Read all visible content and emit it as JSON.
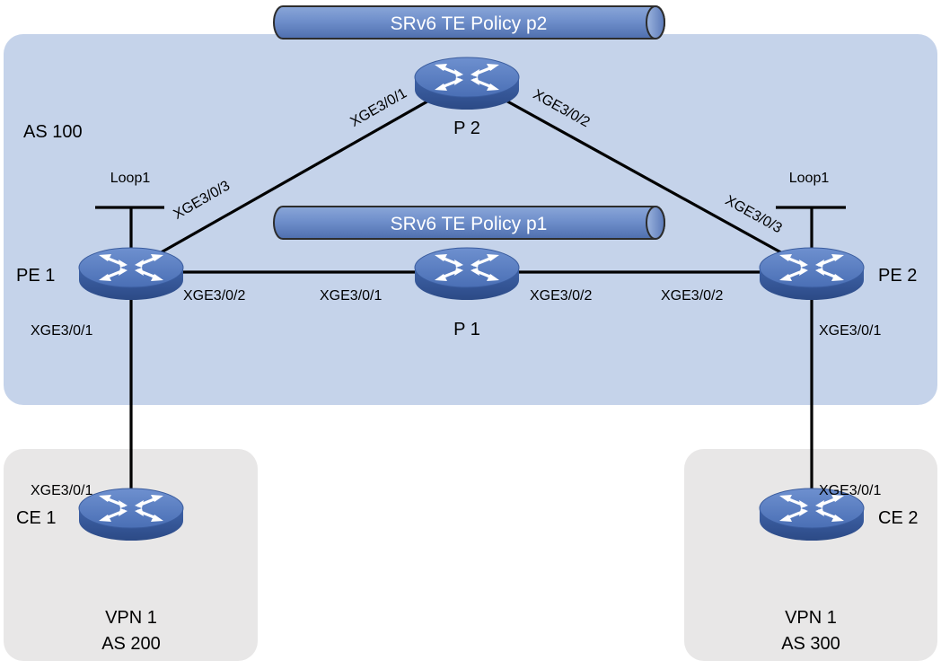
{
  "domain_areas": {
    "core": {
      "label": "AS 100",
      "fill": "#c5d3ea"
    },
    "site_left": {
      "vpn": "VPN 1",
      "as": "AS 200",
      "fill": "#e8e7e7"
    },
    "site_right": {
      "vpn": "VPN 1",
      "as": "AS 300",
      "fill": "#e8e7e7"
    }
  },
  "tunnels": {
    "p2": {
      "label": "SRv6 TE Policy p2"
    },
    "p1": {
      "label": "SRv6 TE Policy p1"
    },
    "color": "#6f8fcb"
  },
  "devices": {
    "pe1": {
      "name": "PE 1",
      "loopback": "Loop1",
      "icon": "router-icon"
    },
    "pe2": {
      "name": "PE 2",
      "loopback": "Loop1",
      "icon": "router-icon"
    },
    "p1": {
      "name": "P 1",
      "icon": "router-icon"
    },
    "p2": {
      "name": "P 2",
      "icon": "router-icon"
    },
    "ce1": {
      "name": "CE 1",
      "icon": "router-icon"
    },
    "ce2": {
      "name": "CE 2",
      "icon": "router-icon"
    }
  },
  "interfaces": {
    "pe1_to_ce1": "XGE3/0/1",
    "pe1_to_p1": "XGE3/0/2",
    "pe1_to_p2": "XGE3/0/3",
    "p2_to_pe1": "XGE3/0/1",
    "p2_to_pe2": "XGE3/0/2",
    "p1_to_pe1": "XGE3/0/1",
    "p1_to_pe2": "XGE3/0/2",
    "pe2_to_p1": "XGE3/0/2",
    "pe2_to_p2": "XGE3/0/3",
    "pe2_to_ce2": "XGE3/0/1",
    "ce1_to_pe1": "XGE3/0/1",
    "ce2_to_pe2": "XGE3/0/1"
  },
  "router_color": "#4a6fb5"
}
